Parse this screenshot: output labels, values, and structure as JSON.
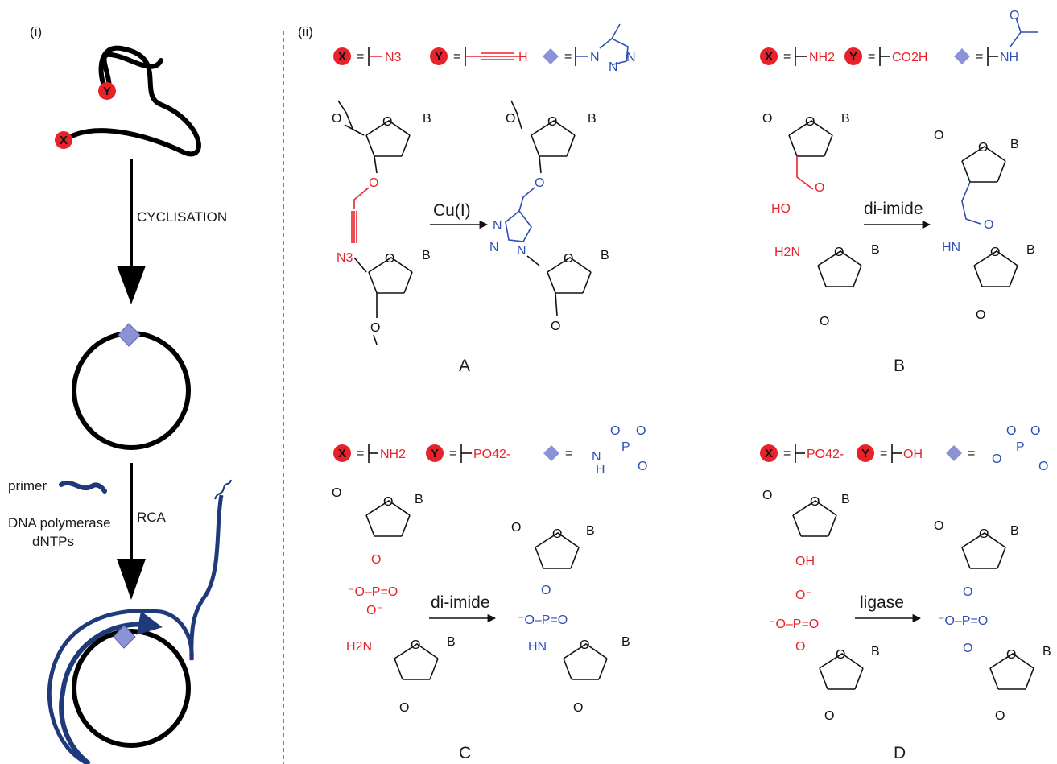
{
  "panel_i": {
    "label": "(i)",
    "marker_x": "X",
    "marker_y": "Y",
    "step1": "CYCLISATION",
    "primer": "primer",
    "polymerase": "DNA polymerase",
    "dntps": "dNTPs",
    "step2": "RCA"
  },
  "panel_ii": {
    "label": "(ii)"
  },
  "eq": "=",
  "colors": {
    "red": "#e8222b",
    "blue": "#2f4fb5",
    "navy": "#1f3a7a",
    "diamond": "#8b93d6"
  },
  "A": {
    "name": "A",
    "x_group": "N3",
    "y_group": "H",
    "reagent": "Cu(I)",
    "azide": "N3"
  },
  "B": {
    "name": "B",
    "x_group": "NH2",
    "y_group": "CO2H",
    "link_nh": "NH",
    "reagent": "di-imide",
    "acid_o": "O",
    "acid_ho": "HO",
    "amine": "H2N",
    "amide_o": "O",
    "amide_hn": "HN"
  },
  "C": {
    "name": "C",
    "x_group": "NH2",
    "y_group": "PO42-",
    "reagent": "di-imide",
    "phos": "⁻O–P=O",
    "phos_o": "O⁻",
    "amine": "H2N",
    "product_phos": "⁻O–P=O",
    "product_hn": "HN"
  },
  "D": {
    "name": "D",
    "x_group": "PO42-",
    "y_group": "OH",
    "reagent": "ligase",
    "hydroxyl": "OH",
    "phos": "⁻O–P=O",
    "phos_top": "O⁻",
    "product_phos": "⁻O–P=O"
  },
  "atoms": {
    "O": "O",
    "B": "B"
  }
}
